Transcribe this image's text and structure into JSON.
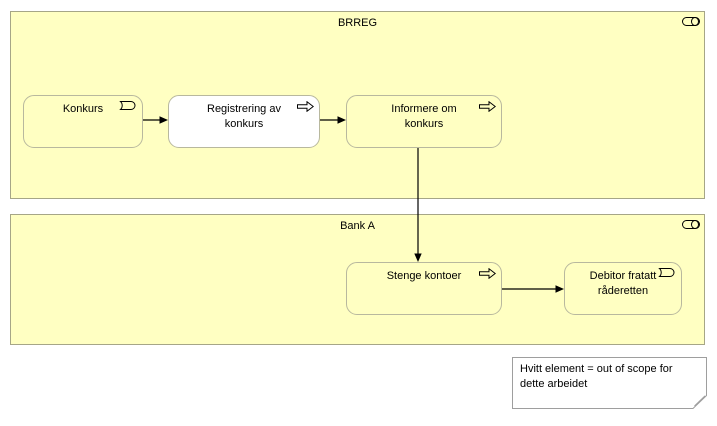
{
  "diagram": {
    "containers": [
      {
        "label": "BRREG",
        "type": "business-role",
        "icon": "business-role-icon"
      },
      {
        "label": "Bank A",
        "type": "business-role",
        "icon": "business-role-icon"
      }
    ],
    "elements": [
      {
        "label": "Konkurs",
        "type": "business-event",
        "icon": "business-event-icon",
        "container": "BRREG",
        "out_of_scope": false
      },
      {
        "label": "Registrering av konkurs",
        "type": "business-process",
        "icon": "business-process-icon",
        "container": "BRREG",
        "out_of_scope": true
      },
      {
        "label": "Informere om konkurs",
        "type": "business-process",
        "icon": "business-process-icon",
        "container": "BRREG",
        "out_of_scope": false
      },
      {
        "label": "Stenge kontoer",
        "type": "business-process",
        "icon": "business-process-icon",
        "container": "Bank A",
        "out_of_scope": false
      },
      {
        "label": "Debitor fratatt råderetten",
        "type": "business-event",
        "icon": "business-event-icon",
        "container": "Bank A",
        "out_of_scope": false
      }
    ],
    "connections": [
      {
        "from": "Konkurs",
        "to": "Registrering av konkurs",
        "style": "solid-arrow"
      },
      {
        "from": "Registrering av konkurs",
        "to": "Informere om konkurs",
        "style": "solid-arrow"
      },
      {
        "from": "Informere om konkurs",
        "to": "Stenge kontoer",
        "style": "solid-arrow"
      },
      {
        "from": "Stenge kontoer",
        "to": "Debitor fratatt råderetten",
        "style": "solid-arrow"
      }
    ],
    "note": {
      "text": "Hvitt element = out of scope for dette arbeidet"
    },
    "colors": {
      "element_fill": "#FFFFC2",
      "out_of_scope_fill": "#FFFFFF",
      "group_border": "#A6A687",
      "element_border": "#B8B89E",
      "note_border": "#9E9E9E",
      "connector": "#000000",
      "text": "#000000"
    }
  }
}
